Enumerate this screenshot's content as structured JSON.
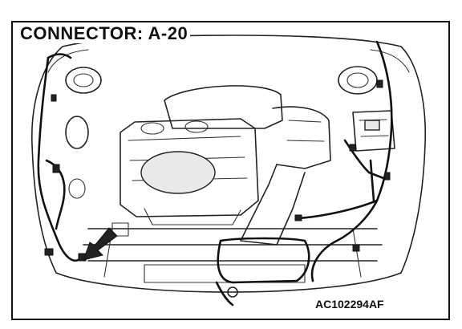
{
  "diagram": {
    "title": "CONNECTOR: A-20",
    "figure_code": "AC102294AF",
    "subject": "engine-compartment-wiring-harness",
    "pointer": "arrow-to-connector"
  }
}
